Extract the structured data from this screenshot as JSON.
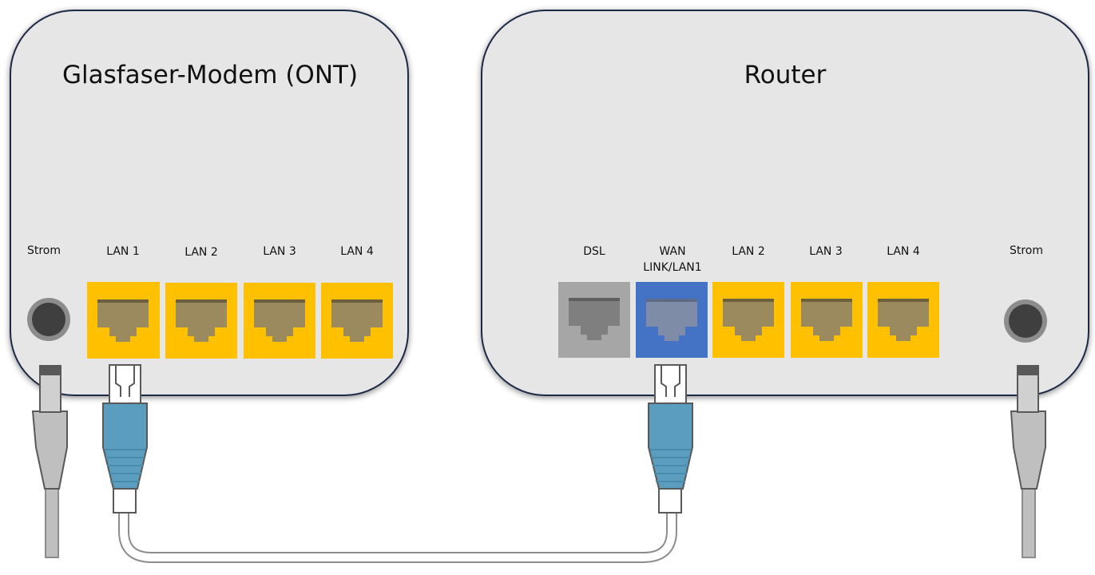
{
  "modem": {
    "title": "Glasfaser-Modem (ONT)",
    "labels": {
      "power": "Strom",
      "lan1": "LAN 1",
      "lan2": "LAN 2",
      "lan3": "LAN 3",
      "lan4": "LAN 4"
    },
    "ports": [
      {
        "name": "lan1",
        "color": "#ffc000",
        "connected": true
      },
      {
        "name": "lan2",
        "color": "#ffc000",
        "connected": false
      },
      {
        "name": "lan3",
        "color": "#ffc000",
        "connected": false
      },
      {
        "name": "lan4",
        "color": "#ffc000",
        "connected": false
      }
    ]
  },
  "router": {
    "title": "Router",
    "labels": {
      "dsl": "DSL",
      "wan_line1": "WAN",
      "wan_line2": "LINK/LAN1",
      "lan2": "LAN 2",
      "lan3": "LAN 3",
      "lan4": "LAN 4",
      "power": "Strom"
    },
    "ports": [
      {
        "name": "dsl",
        "color": "#a6a6a6",
        "connected": false
      },
      {
        "name": "wan",
        "color": "#4472c4",
        "connected": true
      },
      {
        "name": "lan2",
        "color": "#ffc000",
        "connected": false
      },
      {
        "name": "lan3",
        "color": "#ffc000",
        "connected": false
      },
      {
        "name": "lan4",
        "color": "#ffc000",
        "connected": false
      }
    ]
  },
  "colors": {
    "device_body": "#e6e6e6",
    "device_border": "#1f2a44",
    "lan_port": "#ffc000",
    "dsl_port": "#a6a6a6",
    "wan_port": "#4472c4",
    "port_inner": "#9b8a5e",
    "cable_boot": "#5b9dbe",
    "cable_wire": "#ffffff",
    "power_plug": "#bfbfbf"
  },
  "connection": {
    "from": "modem.lan1",
    "to": "router.wan",
    "cable": "ethernet-cable"
  }
}
